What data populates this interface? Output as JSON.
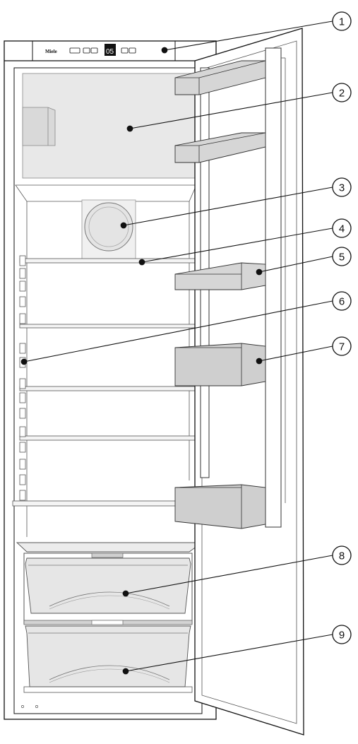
{
  "brand_label": "Miele",
  "display_value": "05",
  "colors": {
    "line": "#111111",
    "panel_fill": "#e8e8e8",
    "shelf_fill": "#d6d6d6",
    "bin_fill": "#cfcfcf",
    "bin_top": "#bdbdbd",
    "bin_side": "#b3b3b3"
  },
  "callouts": [
    {
      "number": "1",
      "part": "control-panel"
    },
    {
      "number": "2",
      "part": "upper-compartment"
    },
    {
      "number": "3",
      "part": "fan"
    },
    {
      "number": "4",
      "part": "glass-shelf"
    },
    {
      "number": "5",
      "part": "door-shelf"
    },
    {
      "number": "6",
      "part": "shelf-supports"
    },
    {
      "number": "7",
      "part": "bottle-shelf"
    },
    {
      "number": "8",
      "part": "upper-drawer"
    },
    {
      "number": "9",
      "part": "lower-drawer"
    }
  ]
}
